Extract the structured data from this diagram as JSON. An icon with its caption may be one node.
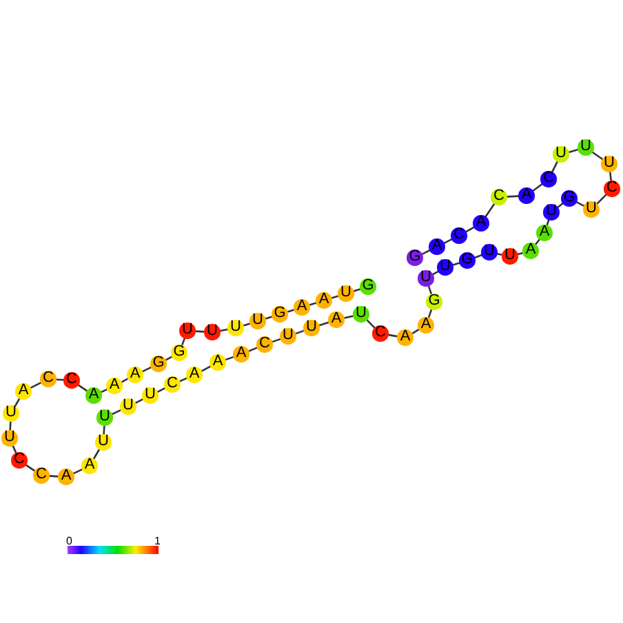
{
  "diagram": {
    "nodes": [
      {
        "text": [
          "G"
        ]
      },
      {
        "text": [
          "U"
        ]
      },
      {
        "text": [
          "A"
        ]
      },
      {
        "text": [
          "A"
        ]
      },
      {
        "text": [
          "G"
        ]
      },
      {
        "text": [
          "U"
        ]
      },
      {
        "text": [
          "U"
        ]
      },
      {
        "text": [
          "U"
        ]
      },
      {
        "text": [
          "U"
        ]
      },
      {
        "text": [
          "G"
        ]
      },
      {
        "text": [
          "G"
        ]
      },
      {
        "text": [
          "A"
        ]
      },
      {
        "text": [
          "A"
        ]
      },
      {
        "text": [
          "A"
        ]
      },
      {
        "text": [
          "C"
        ]
      },
      {
        "text": [
          "C"
        ]
      },
      {
        "text": [
          "A"
        ]
      },
      {
        "text": [
          "U"
        ]
      },
      {
        "text": [
          "U"
        ]
      },
      {
        "text": [
          "C"
        ]
      },
      {
        "text": [
          "C"
        ]
      },
      {
        "text": [
          "A"
        ]
      },
      {
        "text": [
          "A"
        ]
      },
      {
        "text": [
          "U"
        ]
      },
      {
        "text": [
          "U"
        ]
      },
      {
        "text": [
          "U"
        ]
      },
      {
        "text": [
          "U"
        ]
      },
      {
        "text": [
          "C"
        ]
      },
      {
        "text": [
          "A"
        ]
      },
      {
        "text": [
          "A"
        ]
      },
      {
        "text": [
          "A"
        ]
      },
      {
        "text": [
          "C"
        ]
      },
      {
        "text": [
          "U"
        ]
      },
      {
        "text": [
          "U"
        ]
      },
      {
        "text": [
          "A"
        ]
      },
      {
        "text": [
          "U"
        ]
      },
      {
        "text": [
          "C"
        ]
      },
      {
        "text": [
          "A"
        ]
      },
      {
        "text": [
          "A"
        ]
      },
      {
        "text": [
          "G"
        ]
      },
      {
        "text": [
          "U"
        ]
      },
      {
        "text": [
          "U"
        ]
      },
      {
        "text": [
          "G"
        ]
      },
      {
        "text": [
          "U"
        ]
      },
      {
        "text": [
          "U"
        ]
      },
      {
        "text": [
          "A"
        ]
      },
      {
        "text": [
          "A"
        ]
      },
      {
        "text": [
          "U"
        ]
      },
      {
        "text": [
          "G"
        ]
      },
      {
        "text": [
          "U"
        ]
      },
      {
        "text": [
          "C"
        ]
      },
      {
        "text": [
          "U"
        ]
      },
      {
        "text": [
          "U"
        ]
      },
      {
        "text": [
          "U"
        ]
      },
      {
        "text": [
          "C"
        ]
      },
      {
        "text": [
          "A"
        ]
      },
      {
        "text": [
          "C"
        ]
      },
      {
        "text": [
          "A"
        ]
      },
      {
        "text": [
          "C"
        ]
      },
      {
        "text": [
          "A"
        ]
      },
      {
        "text": [
          "G"
        ]
      }
    ],
    "edges": [
      {
        "from": 0,
        "to": 1,
        "arrow": "none"
      },
      {
        "from": 1,
        "to": 2,
        "arrow": "none"
      },
      {
        "from": 2,
        "to": 3,
        "arrow": "none"
      },
      {
        "from": 3,
        "to": 4,
        "arrow": "none"
      },
      {
        "from": 4,
        "to": 5,
        "arrow": "none"
      },
      {
        "from": 5,
        "to": 6,
        "arrow": "none"
      },
      {
        "from": 6,
        "to": 7,
        "arrow": "none"
      },
      {
        "from": 7,
        "to": 8,
        "arrow": "none"
      },
      {
        "from": 8,
        "to": 9,
        "arrow": "none"
      },
      {
        "from": 9,
        "to": 10,
        "arrow": "none"
      },
      {
        "from": 10,
        "to": 11,
        "arrow": "none"
      },
      {
        "from": 11,
        "to": 12,
        "arrow": "none"
      },
      {
        "from": 12,
        "to": 13,
        "arrow": "none"
      },
      {
        "from": 13,
        "to": 14,
        "arrow": "none"
      },
      {
        "from": 14,
        "to": 15,
        "arrow": "none"
      },
      {
        "from": 15,
        "to": 16,
        "arrow": "none"
      },
      {
        "from": 16,
        "to": 17,
        "arrow": "none"
      },
      {
        "from": 17,
        "to": 18,
        "arrow": "none"
      },
      {
        "from": 18,
        "to": 19,
        "arrow": "none"
      },
      {
        "from": 19,
        "to": 20,
        "arrow": "none"
      },
      {
        "from": 20,
        "to": 21,
        "arrow": "none"
      },
      {
        "from": 21,
        "to": 22,
        "arrow": "none"
      },
      {
        "from": 22,
        "to": 23,
        "arrow": "none"
      },
      {
        "from": 23,
        "to": 24,
        "arrow": "none"
      },
      {
        "from": 24,
        "to": 25,
        "arrow": "none"
      },
      {
        "from": 25,
        "to": 26,
        "arrow": "none"
      },
      {
        "from": 26,
        "to": 27,
        "arrow": "none"
      },
      {
        "from": 27,
        "to": 28,
        "arrow": "none"
      },
      {
        "from": 28,
        "to": 29,
        "arrow": "none"
      },
      {
        "from": 29,
        "to": 30,
        "arrow": "none"
      },
      {
        "from": 30,
        "to": 31,
        "arrow": "none"
      },
      {
        "from": 31,
        "to": 32,
        "arrow": "none"
      },
      {
        "from": 32,
        "to": 33,
        "arrow": "none"
      },
      {
        "from": 33,
        "to": 34,
        "arrow": "none"
      },
      {
        "from": 34,
        "to": 35,
        "arrow": "none"
      },
      {
        "from": 35,
        "to": 36,
        "arrow": "none"
      },
      {
        "from": 36,
        "to": 37,
        "arrow": "none"
      },
      {
        "from": 37,
        "to": 38,
        "arrow": "none"
      },
      {
        "from": 38,
        "to": 39,
        "arrow": "none"
      },
      {
        "from": 39,
        "to": 40,
        "arrow": "none"
      },
      {
        "from": 40,
        "to": 41,
        "arrow": "none"
      },
      {
        "from": 41,
        "to": 42,
        "arrow": "none"
      },
      {
        "from": 42,
        "to": 43,
        "arrow": "none"
      },
      {
        "from": 43,
        "to": 44,
        "arrow": "none"
      },
      {
        "from": 44,
        "to": 45,
        "arrow": "none"
      },
      {
        "from": 45,
        "to": 46,
        "arrow": "none"
      },
      {
        "from": 46,
        "to": 47,
        "arrow": "none"
      },
      {
        "from": 47,
        "to": 48,
        "arrow": "none"
      },
      {
        "from": 48,
        "to": 49,
        "arrow": "none"
      },
      {
        "from": 49,
        "to": 50,
        "arrow": "none"
      },
      {
        "from": 50,
        "to": 51,
        "arrow": "none"
      },
      {
        "from": 51,
        "to": 52,
        "arrow": "none"
      },
      {
        "from": 52,
        "to": 53,
        "arrow": "none"
      },
      {
        "from": 53,
        "to": 54,
        "arrow": "none"
      },
      {
        "from": 54,
        "to": 55,
        "arrow": "none"
      },
      {
        "from": 55,
        "to": 56,
        "arrow": "none"
      },
      {
        "from": 56,
        "to": 57,
        "arrow": "none"
      },
      {
        "from": 57,
        "to": 58,
        "arrow": "none"
      },
      {
        "from": 58,
        "to": 59,
        "arrow": "none"
      },
      {
        "from": 59,
        "to": 60,
        "arrow": "none"
      }
    ],
    "labels": [
      "0",
      "1"
    ]
  }
}
